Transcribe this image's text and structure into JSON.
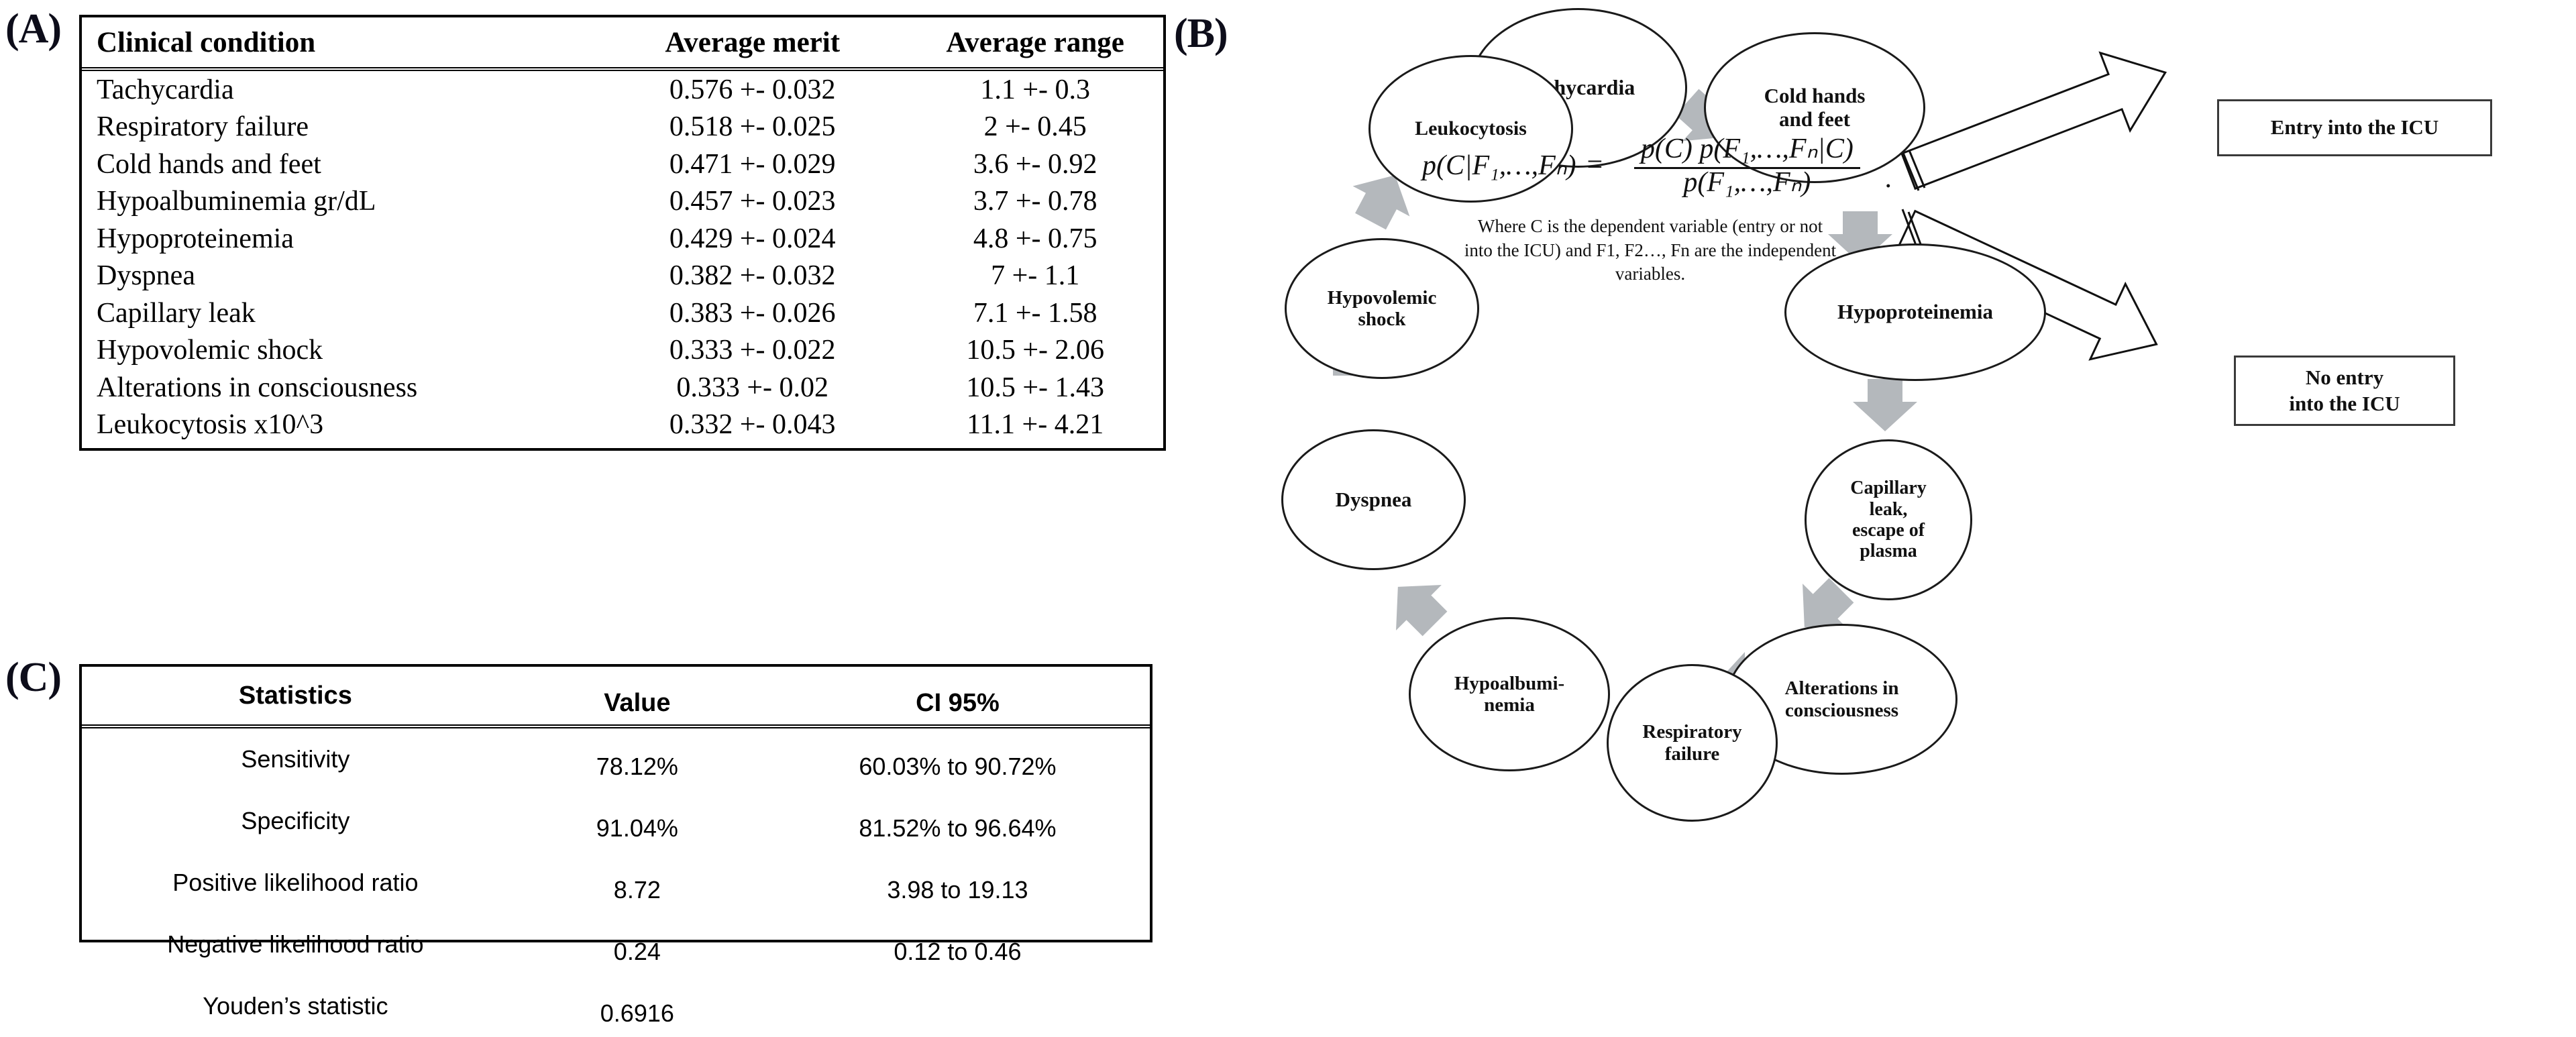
{
  "panels": {
    "a_label": "(A)",
    "b_label": "(B)",
    "c_label": "(C)"
  },
  "table_a": {
    "headers": [
      "Clinical condition",
      "Average merit",
      "Average range"
    ],
    "rows": [
      {
        "condition": "Tachycardia",
        "merit": "0.576 +- 0.032",
        "range": "1.1 +- 0.3"
      },
      {
        "condition": "Respiratory failure",
        "merit": "0.518 +- 0.025",
        "range": "2  +- 0.45"
      },
      {
        "condition": "Cold hands and feet",
        "merit": "0.471 +- 0.029",
        "range": "3.6 +- 0.92"
      },
      {
        "condition": "Hypoalbuminemia gr/dL",
        "merit": "0.457 +- 0.023",
        "range": "3.7 +- 0.78"
      },
      {
        "condition": "Hypoproteinemia",
        "merit": "0.429 +- 0.024",
        "range": "4.8 +- 0.75"
      },
      {
        "condition": "Dyspnea",
        "merit": "0.382 +- 0.032",
        "range": "7  +- 1.1"
      },
      {
        "condition": "Capillary leak",
        "merit": "0.383 +- 0.026",
        "range": "7.1 +- 1.58"
      },
      {
        "condition": "Hypovolemic shock",
        "merit": "0.333 +- 0.022",
        "range": "10.5 +- 2.06"
      },
      {
        "condition": "Alterations in consciousness",
        "merit": "0.333 +- 0.02",
        "range": "10.5 +- 1.43"
      },
      {
        "condition": "Leukocytosis x10^3",
        "merit": "0.332 +- 0.043",
        "range": "11.1 +- 4.21"
      }
    ]
  },
  "table_c": {
    "headers": [
      "Statistics",
      "Value",
      "CI 95%"
    ],
    "rows": [
      {
        "statistic": "Sensitivity",
        "value": "78.12%",
        "ci": "60.03% to 90.72%"
      },
      {
        "statistic": "Specificity",
        "value": "91.04%",
        "ci": "81.52% to 96.64%"
      },
      {
        "statistic": "Positive likelihood ratio",
        "value": "8.72",
        "ci": "3.98 to 19.13"
      },
      {
        "statistic": "Negative likelihood ratio",
        "value": "0.24",
        "ci": "0.12 to 0.46"
      },
      {
        "statistic": "Youden’s statistic",
        "value": "0.6916",
        "ci": ""
      }
    ]
  },
  "diagram": {
    "nodes": [
      {
        "id": "tachycardia",
        "label": "Tachycardia"
      },
      {
        "id": "cold-hands",
        "label": "Cold hands\nand feet"
      },
      {
        "id": "hypoproteinemia",
        "label": "Hypoproteinemia"
      },
      {
        "id": "capillary-leak",
        "label": "Capillary\nleak,\nescape of\nplasma"
      },
      {
        "id": "alterations",
        "label": "Alterations  in\nconsciousness"
      },
      {
        "id": "respiratory-failure",
        "label": "Respiratory\nfailure"
      },
      {
        "id": "hypoalbuminemia",
        "label": "Hypoalbumi-\nnemia"
      },
      {
        "id": "dyspnea",
        "label": "Dyspnea"
      },
      {
        "id": "hypovolemic-shock",
        "label": "Hypovolemic\nshock"
      },
      {
        "id": "leukocytosis",
        "label": "Leukocytosis"
      }
    ],
    "outcomes": [
      {
        "id": "entry-icu",
        "label": "Entry into the ICU"
      },
      {
        "id": "no-entry-icu",
        "label": "No entry\ninto the ICU"
      }
    ],
    "formula": {
      "lhs": "p(C|F₁,…,Fₙ)",
      "equals": "=",
      "numerator": "p(C) p(F₁,…,Fₙ|C)",
      "denominator": "p(F₁,…,Fₙ)",
      "trailing": ".",
      "note_line1": "Where C is the dependent  variable (entry or not",
      "note_line2": "into the ICU) and F1, F2…, Fn are the independent",
      "note_line3": "variables."
    }
  },
  "colors": {
    "arrow_gray": "#b4b8bc",
    "node_stroke": "#1a1a1a",
    "text": "#111111",
    "background": "#ffffff"
  }
}
